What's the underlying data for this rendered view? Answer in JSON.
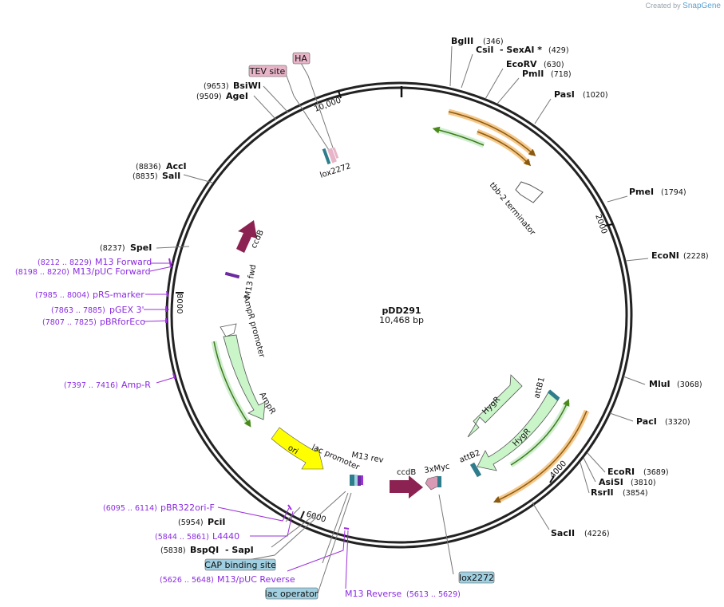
{
  "credit": {
    "created_by": "Created by",
    "brand": "SnapGene"
  },
  "plasmid": {
    "name": "pDD291",
    "length_label": "10,468 bp",
    "length": 10468
  },
  "ticks": [
    "2000",
    "4000",
    "6000",
    "8000",
    "10,000"
  ],
  "enzymes": [
    {
      "name": "BglII",
      "pos": "(346)"
    },
    {
      "name": "CsiI",
      "pos": "(429)",
      "extra": "- SexAI *"
    },
    {
      "name": "EcoRV",
      "pos": "(630)"
    },
    {
      "name": "PmlI",
      "pos": "(718)"
    },
    {
      "name": "PasI",
      "pos": "(1020)"
    },
    {
      "name": "PmeI",
      "pos": "(1794)"
    },
    {
      "name": "EcoNI",
      "pos": "(2228)"
    },
    {
      "name": "MluI",
      "pos": "(3068)"
    },
    {
      "name": "PacI",
      "pos": "(3320)"
    },
    {
      "name": "EcoRI",
      "pos": "(3689)"
    },
    {
      "name": "AsiSI",
      "pos": "(3810)"
    },
    {
      "name": "RsrII",
      "pos": "(3854)"
    },
    {
      "name": "SacII",
      "pos": "(4226)"
    },
    {
      "name": "PciI",
      "pos": "(5954)"
    },
    {
      "name": "BspQI",
      "pos": "(5838)",
      "extra": "- SapI"
    },
    {
      "name": "SpeI",
      "pos": "(8237)"
    },
    {
      "name": "AccI",
      "pos": "(8836)"
    },
    {
      "name": "SalI",
      "pos": "(8835)"
    },
    {
      "name": "BsiWI",
      "pos": "(9653)"
    },
    {
      "name": "AgeI",
      "pos": "(9509)"
    }
  ],
  "primers": [
    {
      "name": "M13 Forward",
      "pos": "(8212 .. 8229)"
    },
    {
      "name": "M13/pUC Forward",
      "pos": "(8198 .. 8220)"
    },
    {
      "name": "pRS-marker",
      "pos": "(7985 .. 8004)"
    },
    {
      "name": "pGEX 3'",
      "pos": "(7863 .. 7885)"
    },
    {
      "name": "pBRforEco",
      "pos": "(7807 .. 7825)"
    },
    {
      "name": "Amp-R",
      "pos": "(7397 .. 7416)"
    },
    {
      "name": "pBR322ori-F",
      "pos": "(6095 .. 6114)"
    },
    {
      "name": "L4440",
      "pos": "(5844 .. 5861)"
    },
    {
      "name": "M13/pUC Reverse",
      "pos": "(5626 .. 5648)"
    },
    {
      "name": "M13 Reverse",
      "pos": "(5613 .. 5629)"
    }
  ],
  "boxed_features": [
    {
      "name": "HA",
      "color": "#e8b4c8"
    },
    {
      "name": "TEV site",
      "color": "#e8b4c8"
    },
    {
      "name": "CAP binding site",
      "color": "#9fcfe0"
    },
    {
      "name": "lac operator",
      "color": "#9fcfe0"
    },
    {
      "name": "lox2272",
      "color": "#9fcfe0"
    }
  ],
  "features": {
    "tbb2": "tbb-2 terminator",
    "hygr1": "HygR",
    "hygr2": "HygR",
    "attb1": "attB1",
    "attb2": "attB2",
    "ccdb_top": "ccdB",
    "m13fwd": "M13 fwd",
    "ampr_promoter": "AmpR promoter",
    "ampr": "AmpR",
    "ori": "ori",
    "lac_promoter": "lac promoter",
    "m13rev": "M13 rev",
    "ccdb_bottom": "ccdB",
    "myc": "3xMyc",
    "lox_top": "lox2272"
  },
  "colors": {
    "primer": "#9b30d9",
    "ccdb": "#8b2252",
    "ori": "#ffff00",
    "hygr": "#c9f5c9",
    "orange": "#f0a040",
    "green": "#66aa33",
    "teal": "#2e7d8c"
  }
}
